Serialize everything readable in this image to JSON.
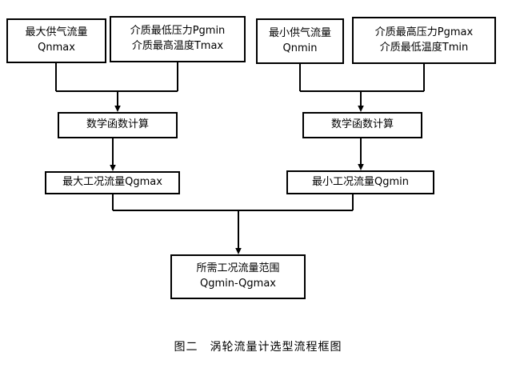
{
  "diagram": {
    "type": "flowchart",
    "title": "涡轮流量计选型流程框图",
    "caption": "图二　涡轮流量计选型流程框图",
    "colors": {
      "background": "#ffffff",
      "box_border": "#000000",
      "connector": "#000000",
      "text": "#000000"
    },
    "nodes": [
      {
        "id": "qnmax",
        "line1": "最大供气流量",
        "line2": "Qnmax"
      },
      {
        "id": "pgmin-tmax",
        "line1": "介质最低压力Pgmin",
        "line2": "介质最高温度Tmax"
      },
      {
        "id": "qnmin",
        "line1": "最小供气流量",
        "line2": "Qnmin"
      },
      {
        "id": "pgmax-tmin",
        "line1": "介质最高压力Pgmax",
        "line2": "介质最低温度Tmin"
      },
      {
        "id": "calc-left",
        "line1": "数学函数计算"
      },
      {
        "id": "calc-right",
        "line1": "数学函数计算"
      },
      {
        "id": "qgmax",
        "line1": "最大工况流量Qgmax"
      },
      {
        "id": "qgmin",
        "line1": "最小工况流量Qgmin"
      },
      {
        "id": "result",
        "line1": "所需工况流量范围",
        "line2": "Qgmin-Qgmax"
      }
    ],
    "edges": [
      {
        "from": "qnmax",
        "to": "calc-left",
        "style": "merge-arrow"
      },
      {
        "from": "pgmin-tmax",
        "to": "calc-left",
        "style": "merge-arrow"
      },
      {
        "from": "qnmin",
        "to": "calc-right",
        "style": "merge-arrow"
      },
      {
        "from": "pgmax-tmin",
        "to": "calc-right",
        "style": "merge-arrow"
      },
      {
        "from": "calc-left",
        "to": "qgmax",
        "style": "arrow"
      },
      {
        "from": "calc-right",
        "to": "qgmin",
        "style": "arrow"
      },
      {
        "from": "qgmax",
        "to": "result",
        "style": "merge-arrow"
      },
      {
        "from": "qgmin",
        "to": "result",
        "style": "merge-arrow"
      }
    ]
  }
}
